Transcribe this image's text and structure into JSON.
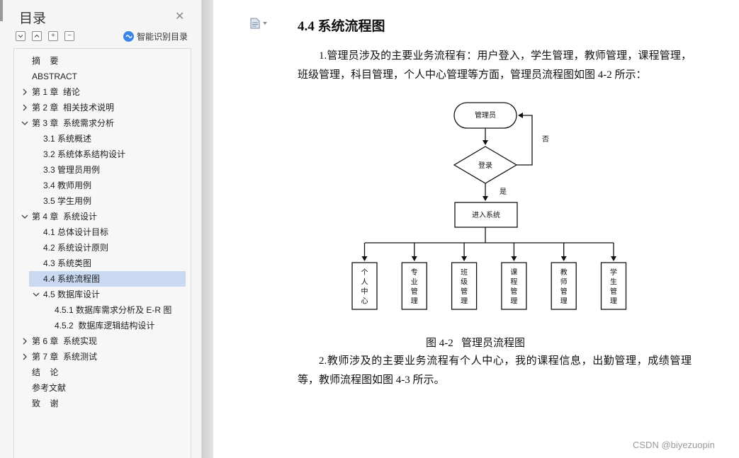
{
  "sidebar": {
    "title": "目录",
    "smart_label": "智能识别目录",
    "toolbar_icons": [
      "collapse-all-icon",
      "expand-all-icon",
      "add-icon",
      "remove-icon"
    ],
    "items": [
      {
        "label": "摘    要",
        "level": 1,
        "expander": "none"
      },
      {
        "label": "ABSTRACT",
        "level": 1,
        "expander": "none"
      },
      {
        "label": "第 1 章  绪论",
        "level": 1,
        "expander": "collapsed"
      },
      {
        "label": "第 2 章  相关技术说明",
        "level": 1,
        "expander": "collapsed"
      },
      {
        "label": "第 3 章  系统需求分析",
        "level": 1,
        "expander": "expanded"
      },
      {
        "label": "3.1 系统概述",
        "level": 2,
        "expander": "none"
      },
      {
        "label": "3.2 系统体系结构设计",
        "level": 2,
        "expander": "none"
      },
      {
        "label": "3.3 管理员用例",
        "level": 2,
        "expander": "none"
      },
      {
        "label": "3.4 教师用例",
        "level": 2,
        "expander": "none"
      },
      {
        "label": "3.5 学生用例",
        "level": 2,
        "expander": "none"
      },
      {
        "label": "第 4 章  系统设计",
        "level": 1,
        "expander": "expanded"
      },
      {
        "label": "4.1 总体设计目标",
        "level": 2,
        "expander": "none"
      },
      {
        "label": "4.2 系统设计原则",
        "level": 2,
        "expander": "none"
      },
      {
        "label": "4.3 系统类图",
        "level": 2,
        "expander": "none"
      },
      {
        "label": "4.4 系统流程图",
        "level": 2,
        "expander": "none",
        "selected": true
      },
      {
        "label": "4.5 数据库设计",
        "level": 2,
        "expander": "expanded"
      },
      {
        "label": "4.5.1 数据库需求分析及 E-R 图",
        "level": 3,
        "expander": "none"
      },
      {
        "label": "4.5.2  数据库逻辑结构设计",
        "level": 3,
        "expander": "none"
      },
      {
        "label": "第 6 章  系统实现",
        "level": 1,
        "expander": "collapsed"
      },
      {
        "label": "第 7 章  系统测试",
        "level": 1,
        "expander": "collapsed"
      },
      {
        "label": "结    论",
        "level": 1,
        "expander": "none"
      },
      {
        "label": "参考文献",
        "level": 1,
        "expander": "none"
      },
      {
        "label": "致    谢",
        "level": 1,
        "expander": "none"
      }
    ]
  },
  "document": {
    "heading": "4.4 系统流程图",
    "para1": "1.管理员涉及的主要业务流程有：用户登入，学生管理，教师管理，课程管理，班级管理，科目管理，个人中心管理等方面，管理员流程图如图 4-2 所示：",
    "caption": "图 4-2   管理员流程图",
    "para2": "2.教师涉及的主要业务流程有个人中心，我的课程信息，出勤管理，成绩管理等，教师流程图如图 4-3 所示。",
    "flowchart": {
      "start": "管理员",
      "decision": "登录",
      "no_label": "否",
      "yes_label": "是",
      "process": "进入系统",
      "modules": [
        "个人中心",
        "专业管理",
        "班级管理",
        "课程管理",
        "教师管理",
        "学生管理"
      ]
    }
  },
  "watermark": "CSDN @biyezuopin"
}
